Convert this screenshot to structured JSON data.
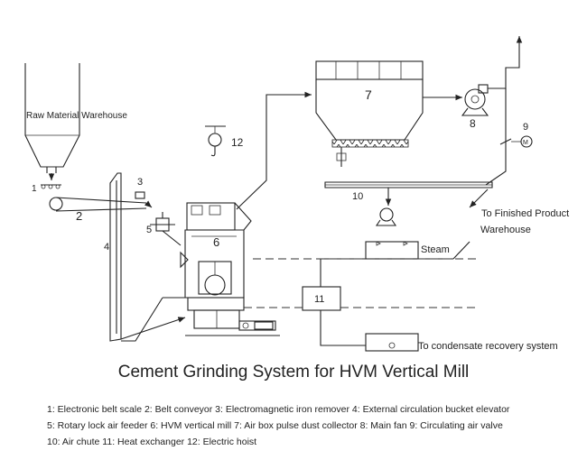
{
  "diagram": {
    "labels": {
      "raw_material": "Raw Material Warehouse",
      "to_finished": "To Finished Product",
      "warehouse": "Warehouse",
      "steam": "Steam",
      "condensate": "To condensate recovery system"
    },
    "numbers": {
      "n1": "1",
      "n2": "2",
      "n3": "3",
      "n4": "4",
      "n5": "5",
      "n6": "6",
      "n7": "7",
      "n8": "8",
      "n9": "9",
      "n10": "10",
      "n11": "11",
      "n12": "12"
    },
    "valve_letter": "M"
  },
  "caption": "Cement Grinding System for HVM Vertical Mill",
  "legend": [
    "1: Electronic belt scale  2: Belt conveyor  3: Electromagnetic iron remover  4: External circulation bucket elevator",
    "5: Rotary lock air feeder  6: HVM vertical mill  7: Air box pulse dust collector  8: Main fan  9: Circulating air valve",
    "10: Air chute  11: Heat exchanger  12: Electric hoist"
  ]
}
